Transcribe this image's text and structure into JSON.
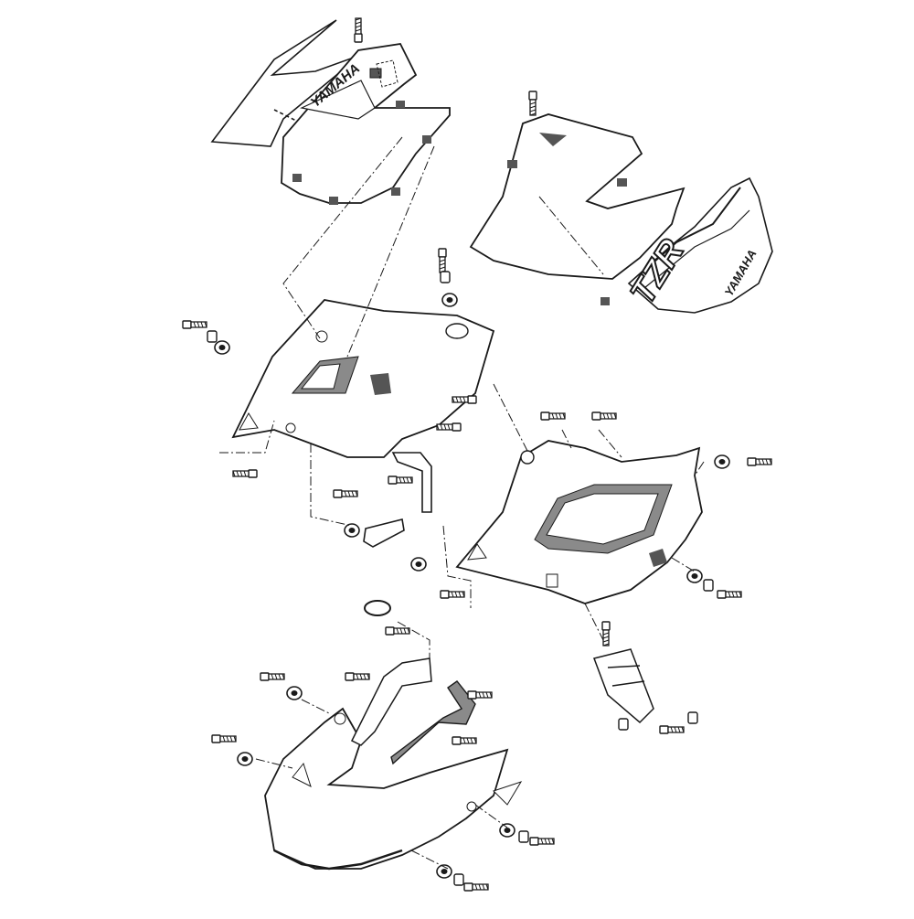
{
  "diagram": {
    "type": "exploded-parts-diagram",
    "subject": "motorcycle fairing cowling assembly",
    "line_color": "#1a1a1a",
    "background": "#ffffff",
    "shading_color": "#8a8a8a",
    "decals": {
      "left_wing_brand": "YAMAHA",
      "right_wing_brand": "YAMAHA",
      "right_model_logo": "TZR"
    }
  }
}
